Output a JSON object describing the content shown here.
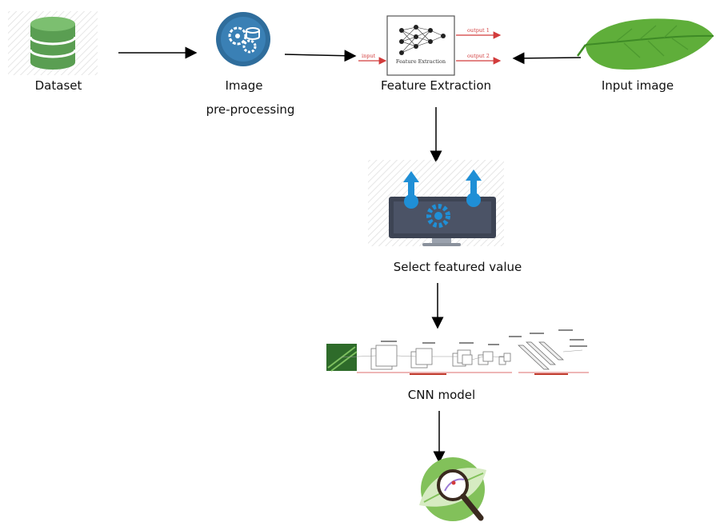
{
  "nodes": {
    "dataset": {
      "label": "Dataset"
    },
    "preprocessing": {
      "label_line1": "Image",
      "label_line2": "pre-processing"
    },
    "feature_extraction": {
      "label": "Feature Extraction",
      "inner_text": "Feature Extraction",
      "input_text": "input",
      "output1_text": "output 1",
      "output2_text": "output 2"
    },
    "input_image": {
      "label": "Input image"
    },
    "select_features": {
      "label": "Select featured value"
    },
    "cnn": {
      "label": "CNN model"
    },
    "result": {}
  },
  "colors": {
    "dataset_green": "#5a9e52",
    "preproc_blue": "#2f6d9c",
    "leaf_green": "#5fae3a",
    "gear_blue": "#1f8fd6",
    "monitor_dark": "#3d4454",
    "arrow": "#000000",
    "red_arrow": "#d23b3b"
  }
}
